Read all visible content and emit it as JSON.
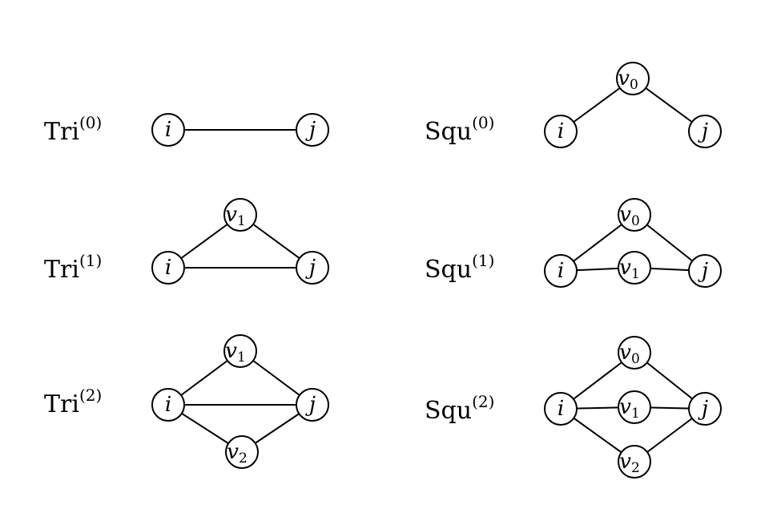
{
  "diagrams": [
    {
      "id": "tri0",
      "label_base": "Tri",
      "label_sup": "(0)",
      "nodes": [
        {
          "id": "i",
          "name": "i",
          "sub": ""
        },
        {
          "id": "j",
          "name": "j",
          "sub": ""
        }
      ],
      "edges": [
        [
          "i",
          "j"
        ]
      ]
    },
    {
      "id": "squ0",
      "label_base": "Squ",
      "label_sup": "(0)",
      "nodes": [
        {
          "id": "v0",
          "name": "v",
          "sub": "0"
        },
        {
          "id": "i",
          "name": "i",
          "sub": ""
        },
        {
          "id": "j",
          "name": "j",
          "sub": ""
        }
      ],
      "edges": [
        [
          "i",
          "v0"
        ],
        [
          "v0",
          "j"
        ]
      ]
    },
    {
      "id": "tri1",
      "label_base": "Tri",
      "label_sup": "(1)",
      "nodes": [
        {
          "id": "v1",
          "name": "v",
          "sub": "1"
        },
        {
          "id": "i",
          "name": "i",
          "sub": ""
        },
        {
          "id": "j",
          "name": "j",
          "sub": ""
        }
      ],
      "edges": [
        [
          "i",
          "v1"
        ],
        [
          "v1",
          "j"
        ],
        [
          "i",
          "j"
        ]
      ]
    },
    {
      "id": "squ1",
      "label_base": "Squ",
      "label_sup": "(1)",
      "nodes": [
        {
          "id": "v0",
          "name": "v",
          "sub": "0"
        },
        {
          "id": "i",
          "name": "i",
          "sub": ""
        },
        {
          "id": "v1",
          "name": "v",
          "sub": "1"
        },
        {
          "id": "j",
          "name": "j",
          "sub": ""
        }
      ],
      "edges": [
        [
          "i",
          "v0"
        ],
        [
          "v0",
          "j"
        ],
        [
          "i",
          "v1"
        ],
        [
          "v1",
          "j"
        ]
      ]
    },
    {
      "id": "tri2",
      "label_base": "Tri",
      "label_sup": "(2)",
      "nodes": [
        {
          "id": "v1",
          "name": "v",
          "sub": "1"
        },
        {
          "id": "i",
          "name": "i",
          "sub": ""
        },
        {
          "id": "j",
          "name": "j",
          "sub": ""
        },
        {
          "id": "v2",
          "name": "v",
          "sub": "2"
        }
      ],
      "edges": [
        [
          "i",
          "v1"
        ],
        [
          "v1",
          "j"
        ],
        [
          "i",
          "j"
        ],
        [
          "i",
          "v2"
        ],
        [
          "v2",
          "j"
        ]
      ]
    },
    {
      "id": "squ2",
      "label_base": "Squ",
      "label_sup": "(2)",
      "nodes": [
        {
          "id": "v0",
          "name": "v",
          "sub": "0"
        },
        {
          "id": "i",
          "name": "i",
          "sub": ""
        },
        {
          "id": "v1",
          "name": "v",
          "sub": "1"
        },
        {
          "id": "j",
          "name": "j",
          "sub": ""
        },
        {
          "id": "v2",
          "name": "v",
          "sub": "2"
        }
      ],
      "edges": [
        [
          "i",
          "v0"
        ],
        [
          "v0",
          "j"
        ],
        [
          "i",
          "v1"
        ],
        [
          "v1",
          "j"
        ],
        [
          "i",
          "v2"
        ],
        [
          "v2",
          "j"
        ]
      ]
    }
  ]
}
